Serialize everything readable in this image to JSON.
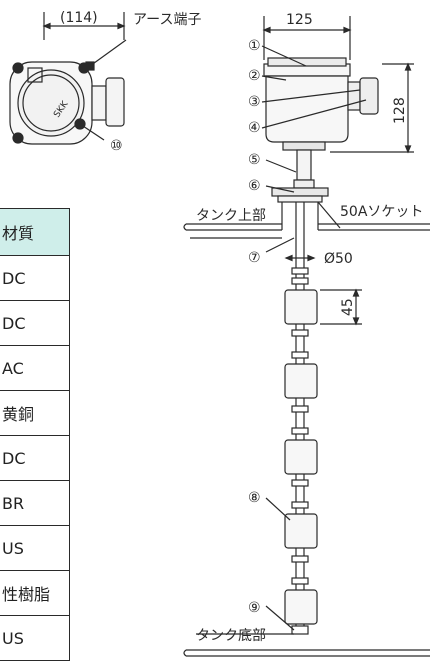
{
  "dimensions": {
    "width_top": "125",
    "housing_height": "128",
    "cover_depth": "(114)",
    "float_pitch": "45",
    "float_diameter": "Ø50"
  },
  "labels": {
    "earth_terminal": "アース端子",
    "tank_top": "タンク上部",
    "socket": "50Aソケット",
    "tank_bottom": "タンク底部"
  },
  "callouts": [
    "①",
    "②",
    "③",
    "④",
    "⑤",
    "⑥",
    "⑦",
    "⑧",
    "⑨",
    "⑩"
  ],
  "logo_text": "SKK",
  "table": {
    "header": "材質",
    "rows": [
      "DC",
      "DC",
      "AC",
      "黄銅",
      "DC",
      "BR",
      "US",
      "性樹脂",
      "US"
    ]
  },
  "colors": {
    "line": "#2a2a2a",
    "table_header_bg": "#cfeeea",
    "housing_fill": "#f7f7f7"
  }
}
